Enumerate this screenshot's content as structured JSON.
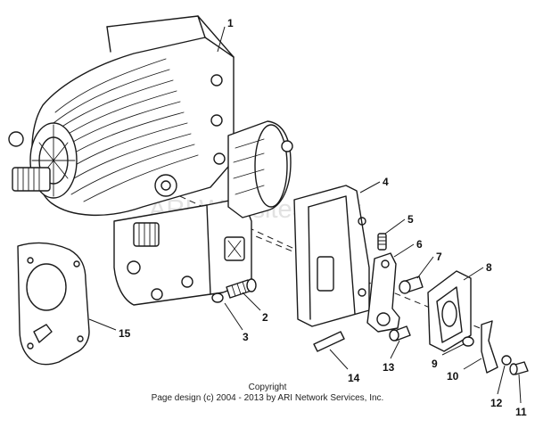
{
  "watermark": "ARI WebsiteSmart",
  "footer": {
    "copyright": "Copyright",
    "credit": "Page design (c) 2004 - 2013 by ARI Network Services, Inc."
  },
  "callouts": [
    "1",
    "2",
    "3",
    "4",
    "5",
    "6",
    "7",
    "8",
    "9",
    "10",
    "11",
    "12",
    "13",
    "14",
    "15"
  ]
}
